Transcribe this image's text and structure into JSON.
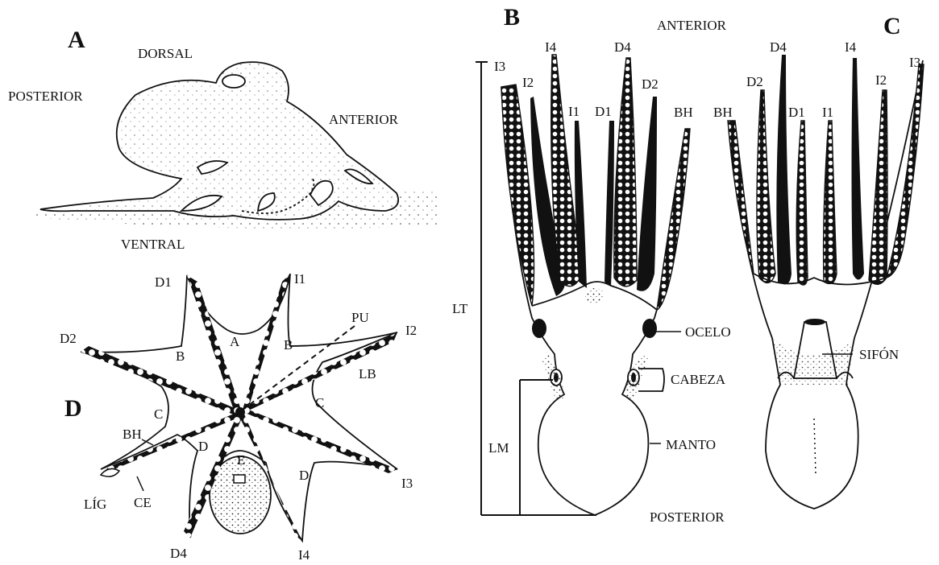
{
  "panels": {
    "a": "A",
    "b": "B",
    "c": "C",
    "d": "D"
  },
  "orientation": {
    "a_dorsal": "DORSAL",
    "a_posterior": "POSTERIOR",
    "a_anterior": "ANTERIOR",
    "a_ventral": "VENTRAL",
    "b_anterior": "ANTERIOR",
    "b_posterior": "POSTERIOR"
  },
  "arms_b": {
    "i3": "I3",
    "i2": "I2",
    "i4": "I4",
    "i1": "I1",
    "d1": "D1",
    "d4": "D4",
    "d2": "D2",
    "bh": "BH"
  },
  "arms_c": {
    "bh": "BH",
    "d2": "D2",
    "d4": "D4",
    "d1": "D1",
    "i1": "I1",
    "i4": "I4",
    "i2": "I2",
    "i3": "I3"
  },
  "measures": {
    "lt": "LT",
    "lm": "LM"
  },
  "parts": {
    "ocelo": "OCELO",
    "cabeza": "CABEZA",
    "manto": "MANTO",
    "sifon": "SIFÓN"
  },
  "arms_d": {
    "d1": "D1",
    "i1": "I1",
    "d2": "D2",
    "i2": "I2",
    "i3": "I3",
    "d4": "D4",
    "i4": "I4"
  },
  "web_d": {
    "pu": "PU",
    "lb": "LB",
    "bh": "BH",
    "lig": "LÍG",
    "ce": "CE",
    "a": "A",
    "b1": "B",
    "b2": "B",
    "c1": "C",
    "c2": "C",
    "d1": "D",
    "d2": "D",
    "e": "E"
  },
  "colors": {
    "ink": "#111111",
    "background": "#ffffff"
  }
}
